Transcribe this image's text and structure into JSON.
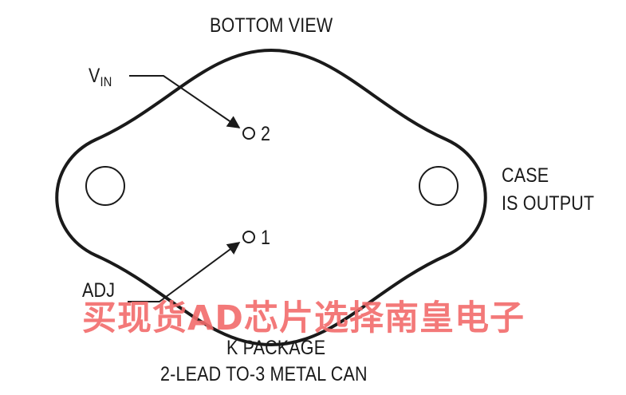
{
  "title": "BOTTOM VIEW",
  "pins": {
    "vin": {
      "label": "V",
      "sub": "IN",
      "number": "2"
    },
    "adj": {
      "label": "ADJ",
      "number": "1"
    }
  },
  "case_note": {
    "line1": "CASE",
    "line2": "IS OUTPUT"
  },
  "package": {
    "line1": "K PACKAGE",
    "line2": "2-LEAD TO-3 METAL CAN"
  },
  "watermark": "买现货AD芯片选择南皇电子",
  "colors": {
    "line": "#1a1a1a",
    "watermark": "#f26b6b",
    "background": "#ffffff"
  }
}
